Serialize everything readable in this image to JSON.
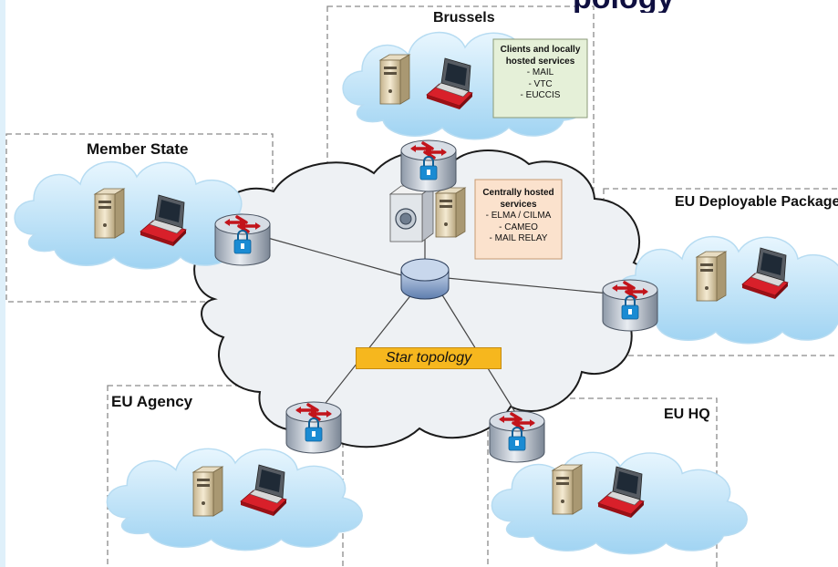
{
  "title_fragment": "pology",
  "regions": {
    "brussels": "Brussels",
    "member_state": "Member State",
    "eu_deployable": "EU Deployable Package",
    "eu_agency": "EU Agency",
    "eu_hq": "EU HQ"
  },
  "notes": {
    "brussels_clients": {
      "heading": "Clients and locally hosted services",
      "items": [
        "- MAIL",
        "- VTC",
        "- EUCCIS"
      ]
    },
    "central": {
      "heading": "Centrally hosted services",
      "items": [
        "- ELMA / CILMA",
        "- CAMEO",
        "- MAIL RELAY"
      ]
    }
  },
  "topology_label": "Star topology",
  "colors": {
    "cloud_fill": "#c9e7f8",
    "core_cloud_fill": "#eef1f4",
    "router_arrow": "#c2141b",
    "note_green": "#e5f0d8",
    "note_orange": "#fbe2cd",
    "star_label": "#f6b71e"
  }
}
